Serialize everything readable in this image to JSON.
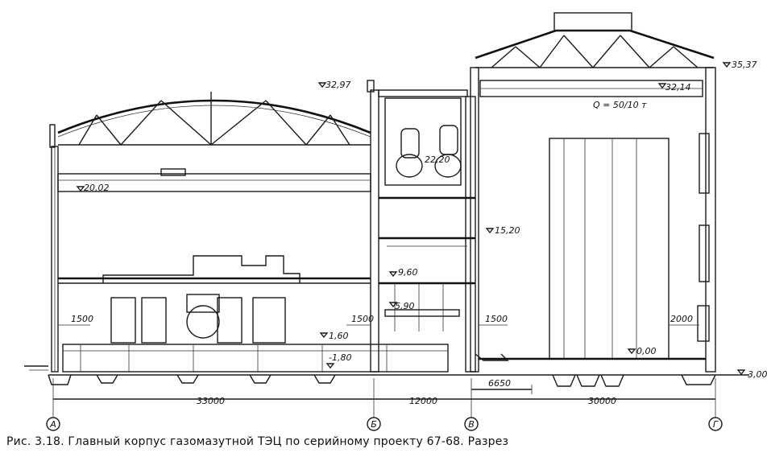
{
  "caption": "Рис. 3.18. Главный корпус газомазутной ТЭЦ по серийному проекту 67-68. Разрез",
  "elevations": {
    "e1": "32,97",
    "e2": "20,02",
    "e3": "15,20",
    "e4": "9,60",
    "e5": "5,90",
    "e6": "1,60",
    "e7": "-1,80",
    "e8": "32,14",
    "e9": "35,37",
    "e10": "0,00",
    "e11": "-3,00",
    "e12": "22,20"
  },
  "crane_capacity": "Q = 50/10 т",
  "dimensions": {
    "d1": "1500",
    "d2": "1500",
    "d3": "1500",
    "d4": "2000",
    "d5": "6650",
    "d6": "33000",
    "d7": "12000",
    "d8": "30000"
  },
  "axes": [
    "А",
    "Б",
    "В",
    "Г"
  ]
}
